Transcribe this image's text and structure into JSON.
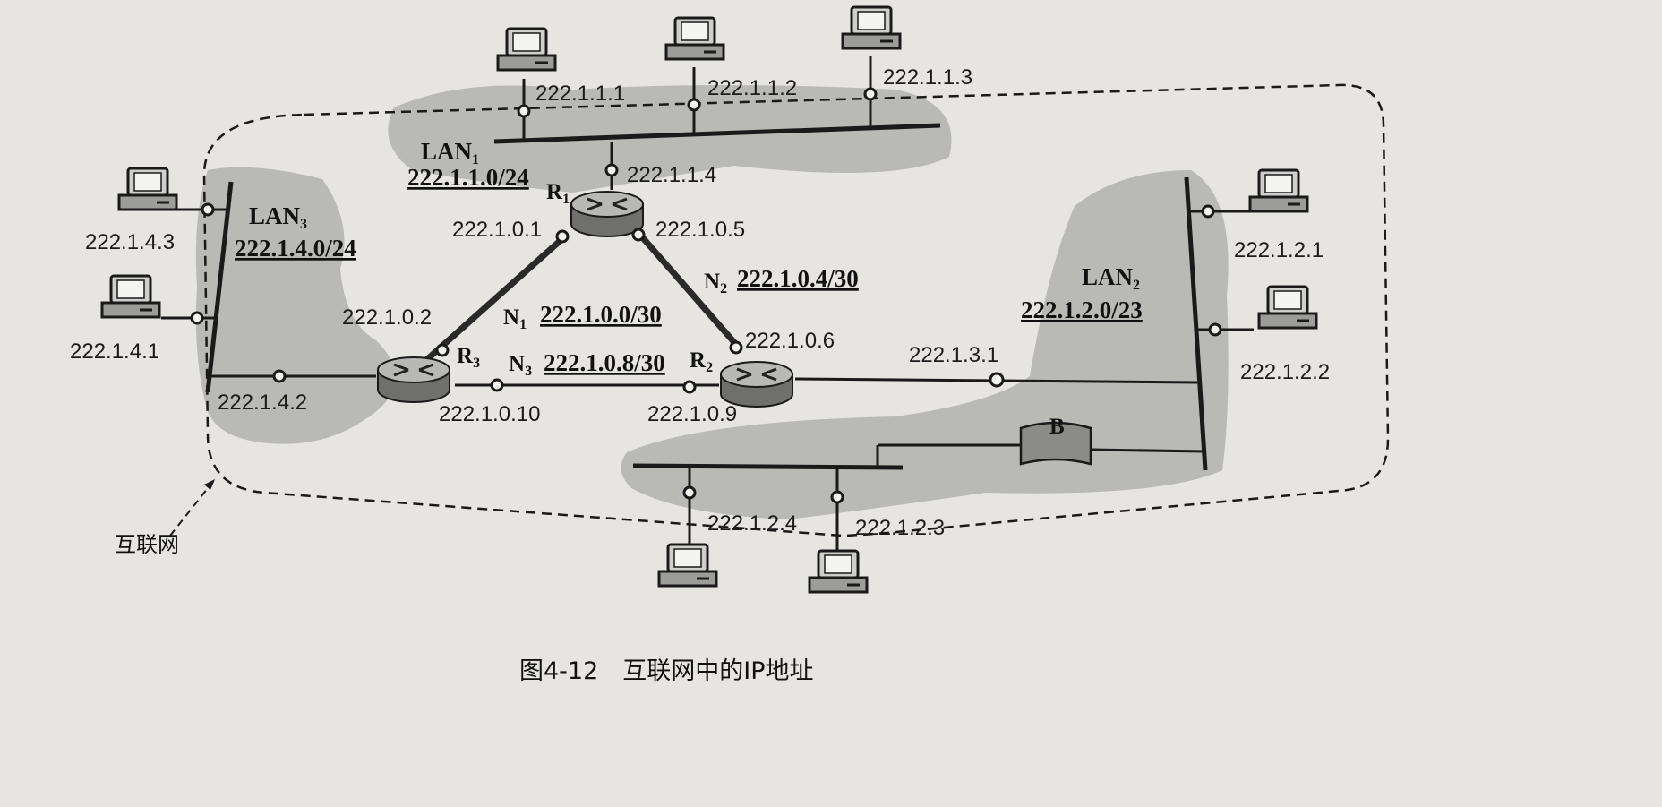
{
  "lans": [
    {
      "id": "lan1",
      "name": "LAN",
      "sub": "1",
      "address": "222.1.1.0/24"
    },
    {
      "id": "lan2",
      "name": "LAN",
      "sub": "2",
      "address": "222.1.2.0/23"
    },
    {
      "id": "lan3",
      "name": "LAN",
      "sub": "3",
      "address": "222.1.4.0/24"
    }
  ],
  "point_to_point_networks": [
    {
      "id": "n1",
      "name": "N",
      "sub": "1",
      "address": "222.1.0.0/30"
    },
    {
      "id": "n2",
      "name": "N",
      "sub": "2",
      "address": "222.1.0.4/30"
    },
    {
      "id": "n3",
      "name": "N",
      "sub": "3",
      "address": "222.1.0.8/30"
    }
  ],
  "routers": [
    {
      "id": "r1",
      "name": "R",
      "sub": "1"
    },
    {
      "id": "r2",
      "name": "R",
      "sub": "2"
    },
    {
      "id": "r3",
      "name": "R",
      "sub": "3"
    }
  ],
  "bridge": {
    "label": "B"
  },
  "hosts": {
    "lan1": [
      "222.1.1.1",
      "222.1.1.2",
      "222.1.1.3"
    ],
    "lan2": [
      "222.1.2.1",
      "222.1.2.2",
      "222.1.2.4",
      "222.1.2.3"
    ],
    "lan3": [
      "222.1.4.3",
      "222.1.4.1"
    ]
  },
  "router_interfaces": {
    "r1_lan1": "222.1.1.4",
    "r1_n1": "222.1.0.1",
    "r1_n2": "222.1.0.5",
    "r3_n1": "222.1.0.2",
    "r3_lan3": "222.1.4.2",
    "r3_n3": "222.1.0.10",
    "r2_n2": "222.1.0.6",
    "r2_n3": "222.1.0.9",
    "r2_lan2": "222.1.3.1"
  },
  "internet_label": "互联网",
  "caption": "图4-12　互联网中的IP地址"
}
